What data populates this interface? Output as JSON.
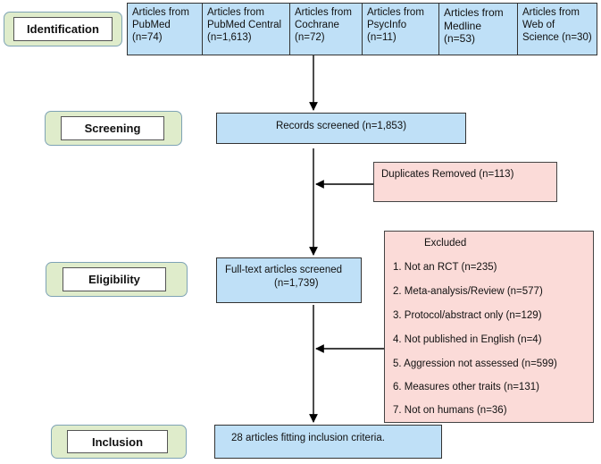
{
  "stages": {
    "identification": "Identification",
    "screening": "Screening",
    "eligibility": "Eligibility",
    "inclusion": "Inclusion"
  },
  "sources": [
    {
      "line1": "Articles from",
      "line2": "PubMed",
      "line3": "(n=74)"
    },
    {
      "line1": "Articles from",
      "line2": "PubMed Central",
      "line3": "(n=1,613)"
    },
    {
      "line1": "Articles from",
      "line2": "Cochrane",
      "line3": "(n=72)"
    },
    {
      "line1": "Articles from",
      "line2": "PsycInfo",
      "line3": "(n=11)"
    },
    {
      "line1": "Articles from",
      "line2": "Medline",
      "line3": "(n=53)"
    },
    {
      "line1": "Articles from",
      "line2": "Web of",
      "line3": "Science (n=30)"
    }
  ],
  "screened": "Records screened (n=1,853)",
  "duplicates": "Duplicates Removed (n=113)",
  "fulltext": {
    "line1": "Full-text articles screened",
    "line2": "(n=1,739)"
  },
  "excluded": {
    "title": "Excluded",
    "items": [
      "1. Not an RCT (n=235)",
      "2. Meta-analysis/Review (n=577)",
      "3. Protocol/abstract only (n=129)",
      "4. Not published in English (n=4)",
      "5. Aggression not assessed (n=599)",
      "6. Measures other traits (n=131)",
      "7. Not on humans (n=36)"
    ]
  },
  "included": "28 articles fitting inclusion criteria.",
  "colors": {
    "stage_fill": "#dfeccb",
    "box_blue": "#bfe0f7",
    "box_pink": "#fbdbd8"
  }
}
